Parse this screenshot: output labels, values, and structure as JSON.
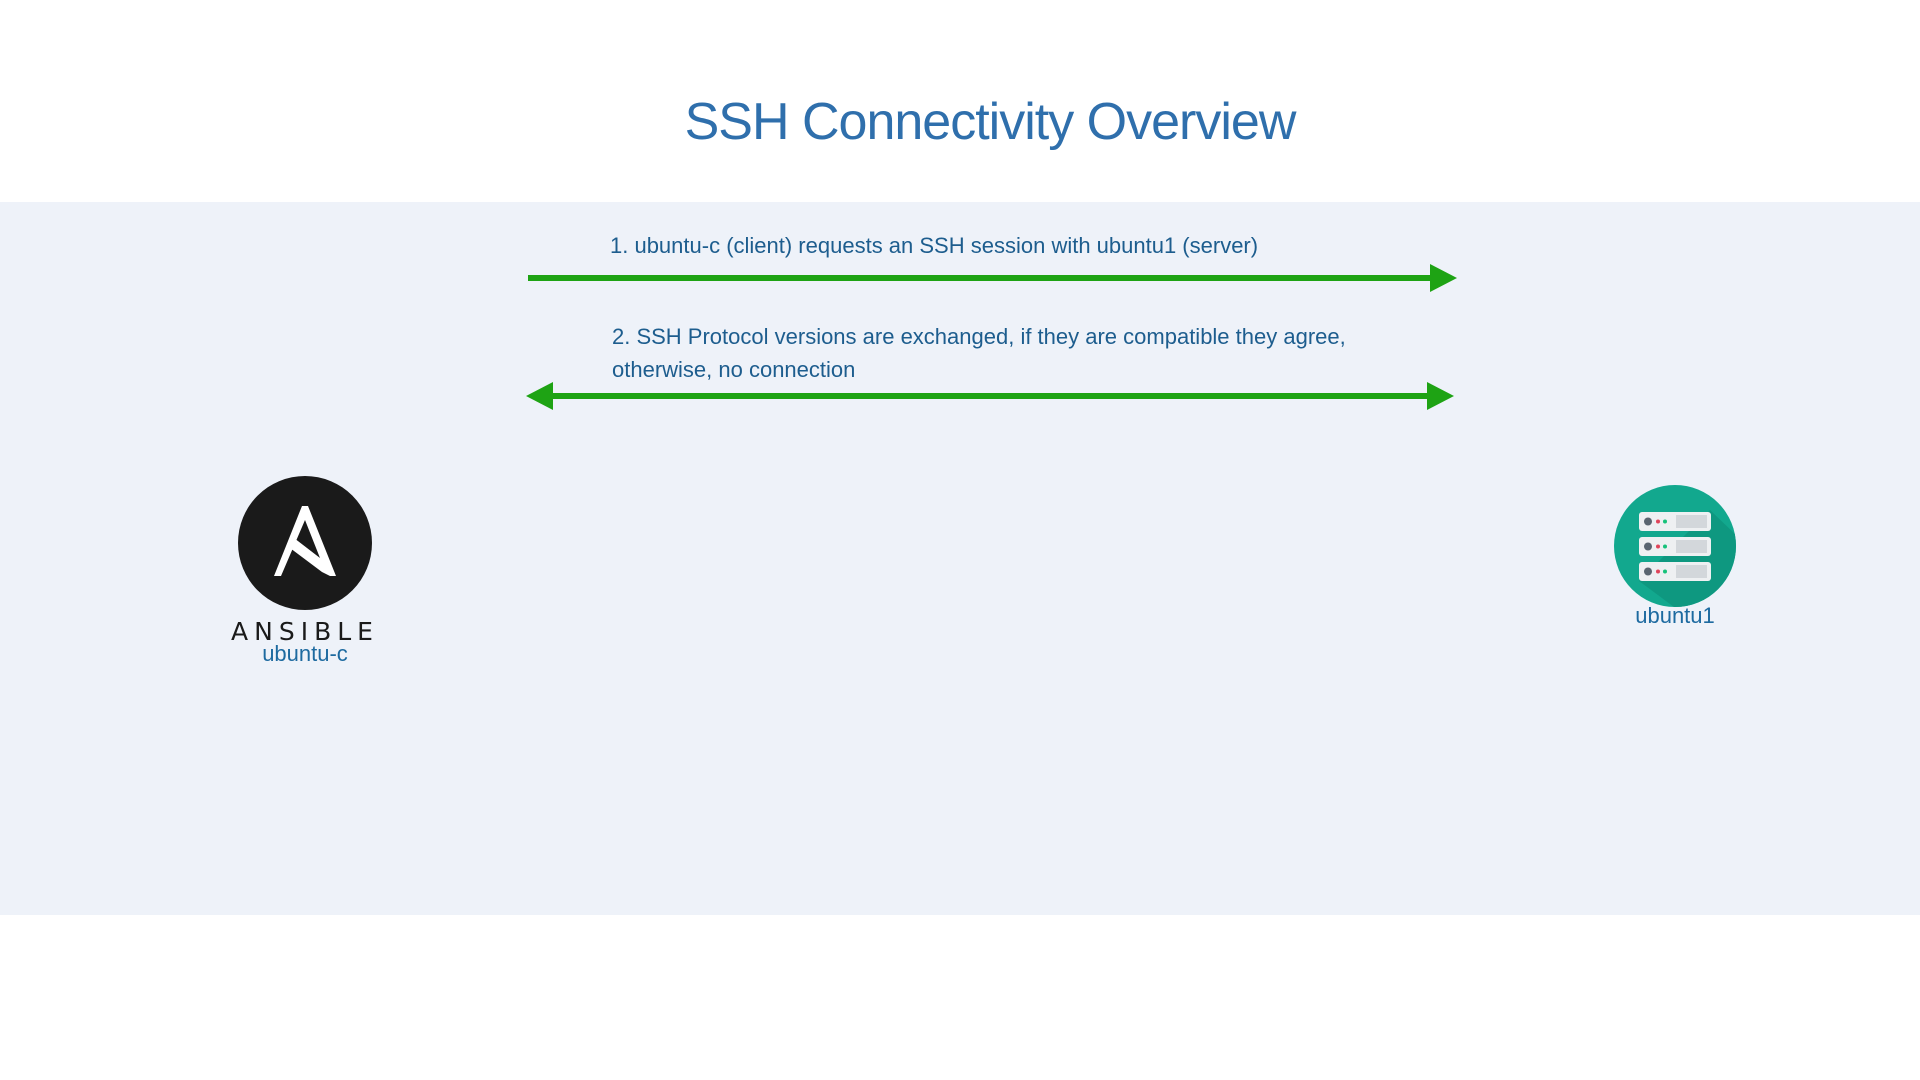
{
  "slide": {
    "title": "SSH Connectivity Overview",
    "colors": {
      "title": "#2f6fac",
      "band": "#eef2f9",
      "arrow": "#1ea314",
      "text": "#1d5d8e",
      "server_icon": "#12a88e"
    }
  },
  "steps": [
    {
      "text": "1. ubuntu-c (client) requests an SSH session with ubuntu1 (server)",
      "direction": "client-to-server"
    },
    {
      "text": "2. SSH Protocol versions are exchanged, if they are compatible they agree, otherwise, no connection",
      "direction": "bidirectional"
    }
  ],
  "client": {
    "brand": "ANSIBLE",
    "label": "ubuntu-c",
    "icon": "ansible-logo-icon"
  },
  "server": {
    "label": "ubuntu1",
    "icon": "server-rack-icon"
  }
}
